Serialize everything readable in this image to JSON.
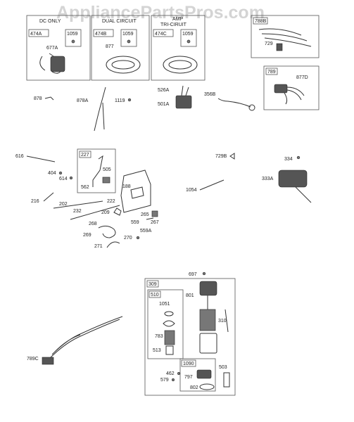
{
  "watermark": "AppliancePartsPros.com",
  "panels": {
    "dc_only": "DC ONLY",
    "dual_circuit": "DUAL CIRCUIT",
    "tri_circuit_top": "AMP",
    "tri_circuit": "TRI-CIRUIT"
  },
  "parts": {
    "p474A": "474A",
    "p1059a": "1059",
    "p677A": "677A",
    "p474B": "474B",
    "p1059b": "1059",
    "p877": "877",
    "p474C": "474C",
    "p1059c": "1059",
    "p788B": "788B",
    "p729": "729",
    "p789": "789",
    "p877D": "877D",
    "p878": "878",
    "p878A": "878A",
    "p1119": "1119",
    "p526A": "526A",
    "p501A": "501A",
    "p356B": "356B",
    "p616": "616",
    "p404": "404",
    "p614": "614",
    "p227": "227",
    "p505": "505",
    "p562": "562",
    "p188": "188",
    "p729B": "729B",
    "p334": "334",
    "p333A": "333A",
    "p1054": "1054",
    "p216": "216",
    "p202": "202",
    "p232": "232",
    "p222": "222",
    "p209": "209",
    "p265": "265",
    "p268": "268",
    "p559": "559",
    "p267": "267",
    "p559A": "559A",
    "p269": "269",
    "p270": "270",
    "p271": "271",
    "p697": "697",
    "p309": "309",
    "p510": "510",
    "p1051": "1051",
    "p801": "801",
    "p783": "783",
    "p310": "310",
    "p513": "513",
    "p789C": "789C",
    "p1090": "1090",
    "p503": "503",
    "p462": "462",
    "p579": "579",
    "p797": "797",
    "p802": "802"
  }
}
